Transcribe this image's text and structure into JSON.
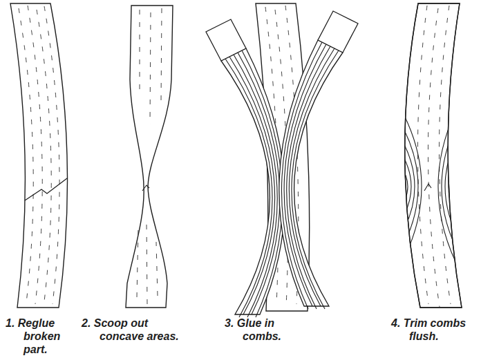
{
  "diagram": {
    "labels": [
      "1. Reglue broken part.",
      "2. Scoop out concave areas.",
      "3. Glue in combs.",
      "4. Trim combs flush."
    ]
  }
}
